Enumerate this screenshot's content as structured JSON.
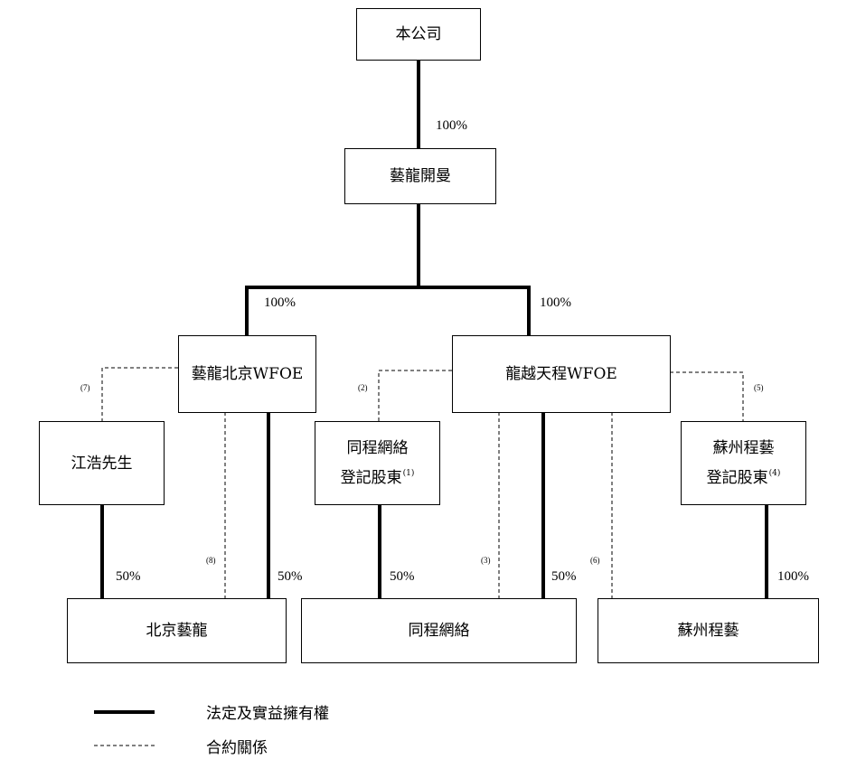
{
  "entities": {
    "company": "本公司",
    "yilong_kaiman": "藝龍開曼",
    "yilong_beijing_wfoe": "藝龍北京WFOE",
    "longyue_tiancheng_wfoe": "龍越天程WFOE",
    "mr_jiang_hao": "江浩先生",
    "tongcheng_registered_shareholders_line1": "同程網絡",
    "tongcheng_registered_shareholders_line2": "登記股東",
    "tongcheng_registered_shareholders_note": "(1)",
    "suzhou_chengyi_registered_shareholders_line1": "蘇州程藝",
    "suzhou_chengyi_registered_shareholders_line2": "登記股東",
    "suzhou_chengyi_registered_shareholders_note": "(4)",
    "beijing_yilong": "北京藝龍",
    "tongcheng_network": "同程網絡",
    "suzhou_chengyi": "蘇州程藝"
  },
  "ownership_labels": {
    "company_to_kaiman": "100%",
    "kaiman_to_beijing_wfoe": "100%",
    "kaiman_to_tiancheng_wfoe": "100%",
    "jianghao_to_beijing_yilong": "50%",
    "beijing_wfoe_to_beijing_yilong": "50%",
    "tongcheng_shareholders_to_tongcheng": "50%",
    "tiancheng_wfoe_to_tongcheng": "50%",
    "suzhou_shareholders_to_suzhou": "100%"
  },
  "notes": {
    "n2": "(2)",
    "n3": "(3)",
    "n5": "(5)",
    "n6": "(6)",
    "n7": "(7)",
    "n8": "(8)"
  },
  "legend": {
    "solid_label": "法定及實益擁有權",
    "dashed_label": "合約關係"
  }
}
